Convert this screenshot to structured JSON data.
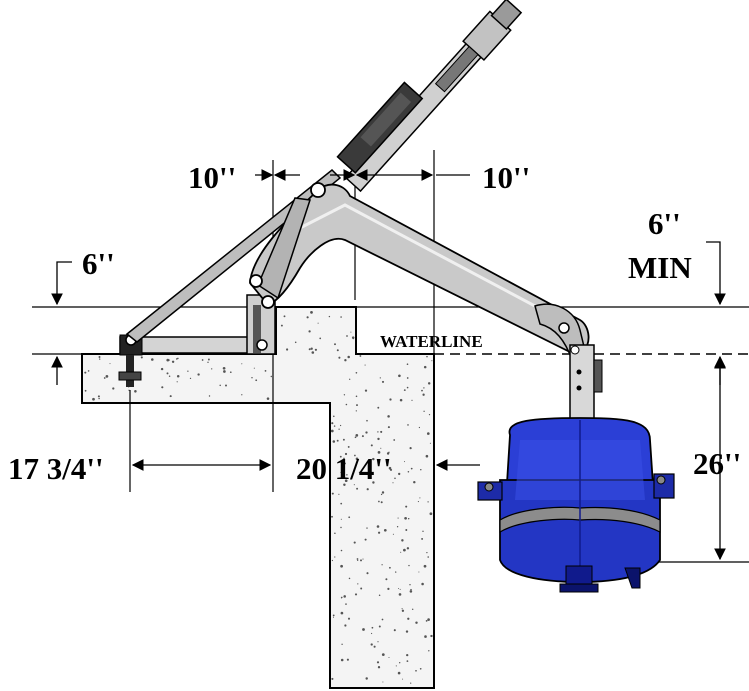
{
  "labels": {
    "dim_10_left": "10''",
    "dim_10_right": "10''",
    "dim_6_left": "6''",
    "dim_6_right": "6''",
    "dim_min": "MIN",
    "waterline": "WATERLINE",
    "dim_17_3_4": "17 3/4''",
    "dim_20_1_4": "20 1/4''",
    "dim_26": "26''"
  },
  "colors": {
    "line": "#000000",
    "concrete": "#f4f4f4",
    "concrete_speck": "#555555",
    "arm_metal": "#c9c9c9",
    "arm_dark": "#8a8a8a",
    "actuator_dark": "#3a3a3a",
    "seat_blue": "#2b3fd6",
    "seat_dark": "#101a8c",
    "seat_light": "#5a6ef0",
    "mast": "#d8d8d8"
  }
}
